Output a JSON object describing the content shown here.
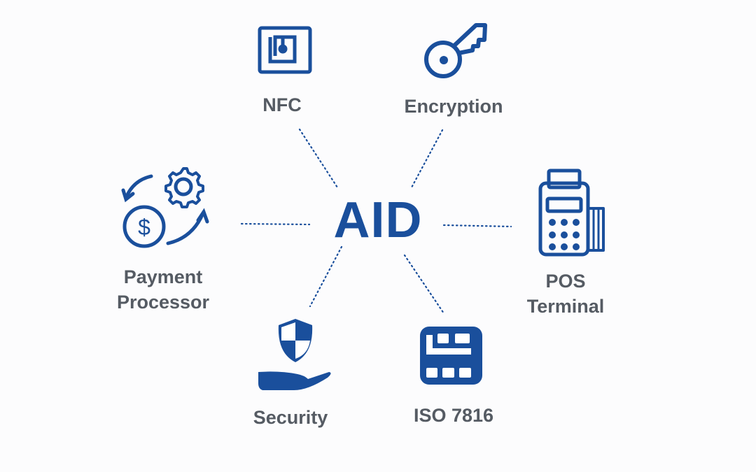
{
  "center": {
    "label": "AID"
  },
  "nodes": {
    "nfc": {
      "label": "NFC",
      "icon": "nfc-icon"
    },
    "encryption": {
      "label": "Encryption",
      "icon": "key-icon"
    },
    "payment_processor": {
      "label_line1": "Payment",
      "label_line2": "Processor",
      "icon": "payment-processor-icon"
    },
    "pos_terminal": {
      "label_line1": "POS",
      "label_line2": "Terminal",
      "icon": "pos-terminal-icon"
    },
    "security": {
      "label": "Security",
      "icon": "shield-hand-icon"
    },
    "iso7816": {
      "label": "ISO 7816",
      "icon": "chip-icon"
    }
  },
  "colors": {
    "accent": "#1a4f9c",
    "text": "#555b63"
  }
}
